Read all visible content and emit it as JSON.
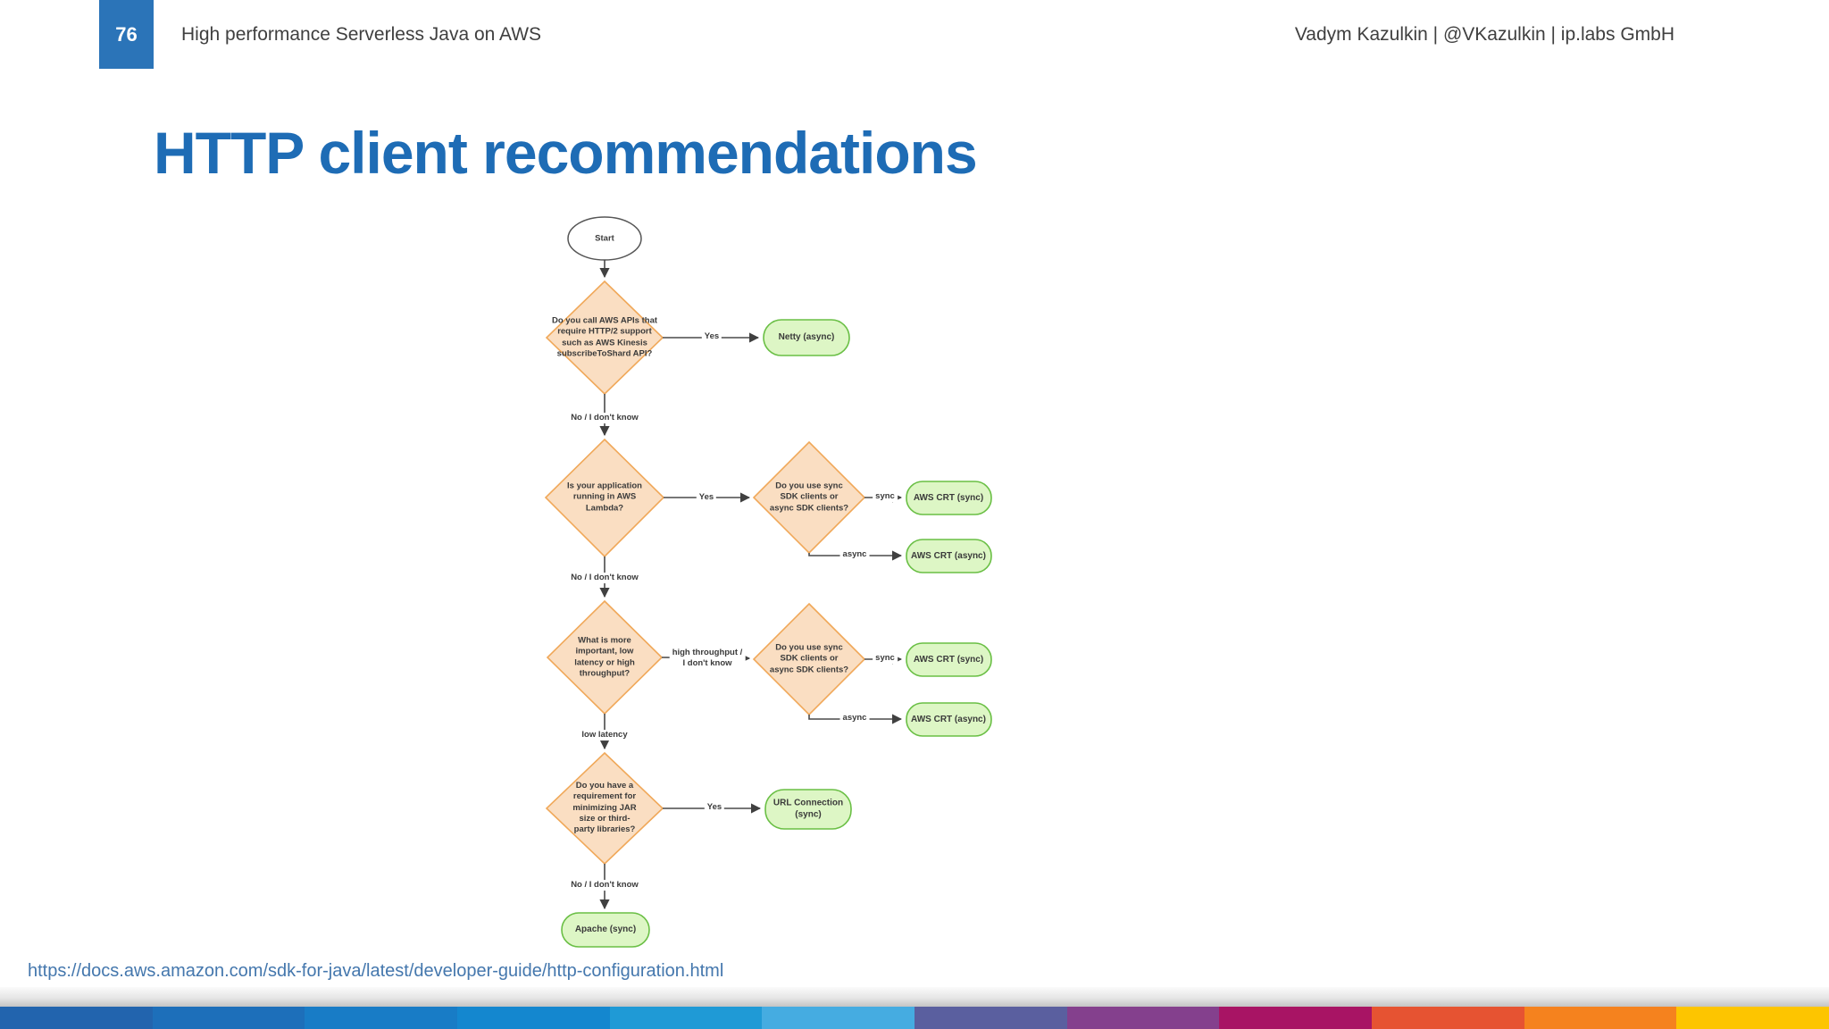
{
  "header": {
    "page_number": "76",
    "deck_title": "High performance Serverless Java on AWS",
    "author": "Vadym Kazulkin | @VKazulkin | ip.labs GmbH"
  },
  "slide": {
    "title": "HTTP client recommendations"
  },
  "flowchart": {
    "start": "Start",
    "q_http2": "Do you call AWS APIs that\nrequire HTTP/2 support\nsuch as AWS Kinesis\nsubscribeToShard API?",
    "netty": "Netty (async)",
    "q_lambda": "Is your application\nrunning in AWS\nLambda?",
    "q_sync_async_1": "Do you use sync\nSDK clients or\nasync SDK clients?",
    "crt_sync": "AWS CRT (sync)",
    "crt_async": "AWS CRT (async)",
    "q_latency": "What is more\nimportant, low\nlatency or high\nthroughput?",
    "q_sync_async_2": "Do you use sync\nSDK clients or\nasync SDK clients?",
    "q_jar": "Do you have a\nrequirement for\nminimizing JAR\nsize or third-\nparty libraries?",
    "url_connection": "URL Connection\n(sync)",
    "apache": "Apache (sync)",
    "labels": {
      "yes": "Yes",
      "no": "No / I don't know",
      "sync": "sync",
      "async": "async",
      "high_throughput": "high throughput /\nI don't know",
      "low_latency": "low latency"
    }
  },
  "footer": {
    "link": "https://docs.aws.amazon.com/sdk-for-java/latest/developer-guide/http-configuration.html"
  },
  "colors": {
    "accent_blue": "#2b74b8",
    "title_blue": "#1e6cb5",
    "diamond_fill": "#fadec2",
    "diamond_stroke": "#f0a859",
    "result_fill": "#ddf6c5",
    "result_stroke": "#6abf45",
    "edge": "#4a4a4a",
    "link": "#4477ad",
    "stripe": [
      "#2264ae",
      "#1d6fba",
      "#187cc6",
      "#1487cf",
      "#1f9ad6",
      "#45ace1",
      "#5a5f9f",
      "#84408d",
      "#a81464",
      "#e65332",
      "#f5821e",
      "#fdc500"
    ]
  }
}
